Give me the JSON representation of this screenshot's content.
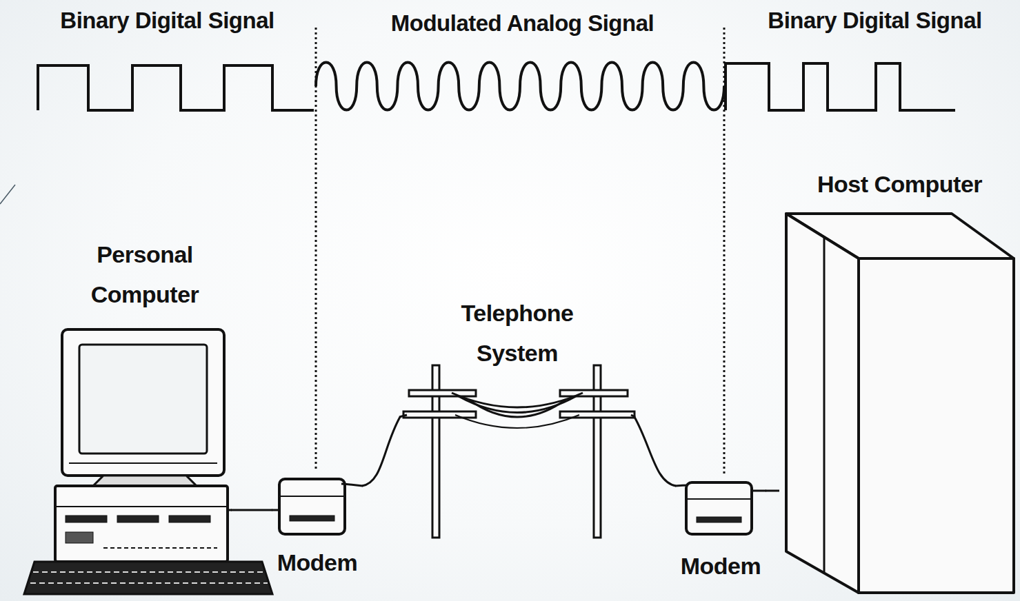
{
  "diagram": {
    "nodes": [
      {
        "text": [
          "Personal Computer"
        ]
      },
      {
        "text": [
          "Modem"
        ]
      },
      {
        "text": [
          "Telephone System"
        ]
      },
      {
        "text": [
          "Modem"
        ]
      },
      {
        "text": [
          "Host Computer"
        ]
      }
    ],
    "edges": [
      {
        "from": 0,
        "to": 1,
        "arrow": "none"
      },
      {
        "from": 1,
        "to": 2,
        "arrow": "none"
      },
      {
        "from": 2,
        "to": 3,
        "arrow": "none"
      },
      {
        "from": 3,
        "to": 4,
        "arrow": "none"
      }
    ],
    "labels": [
      "Binary Digital Signal",
      "Modulated Analog Signal",
      "Binary Digital Signal"
    ]
  }
}
